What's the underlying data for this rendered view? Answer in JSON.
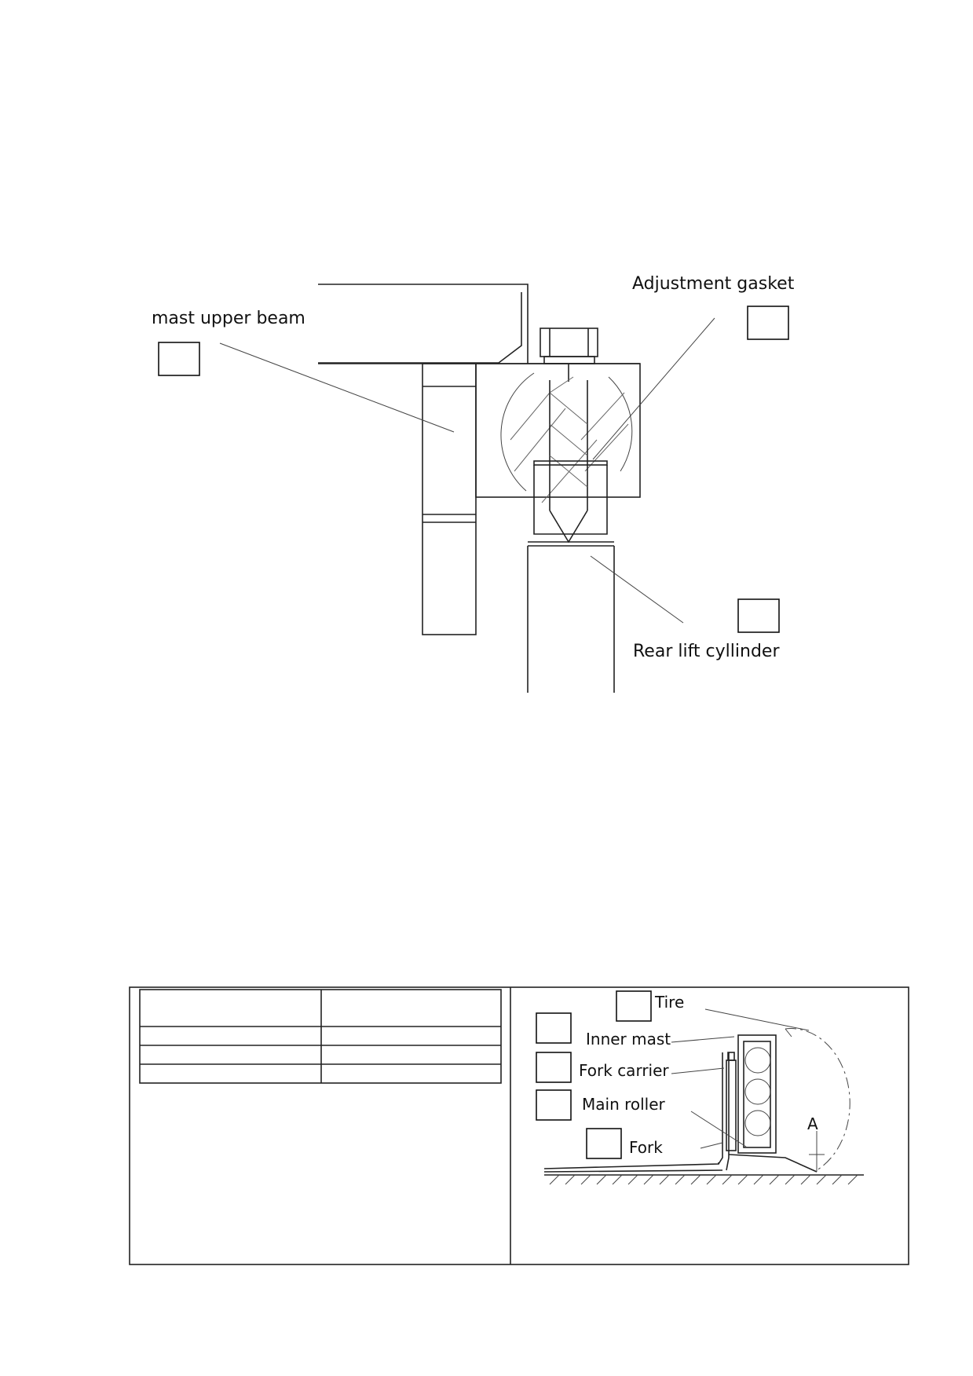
{
  "diagram_top": {
    "labels": {
      "mast_upper_beam": "mast upper beam",
      "adjustment_gasket": "Adjustment gasket",
      "rear_lift_cylinder": "Rear lift cyllinder"
    }
  },
  "diagram_bottom": {
    "labels": {
      "tire": "Tire",
      "inner_mast": "Inner mast",
      "fork_carrier": "Fork carrier",
      "main_roller": "Main roller",
      "fork": "Fork",
      "dimension_a": "A"
    }
  }
}
